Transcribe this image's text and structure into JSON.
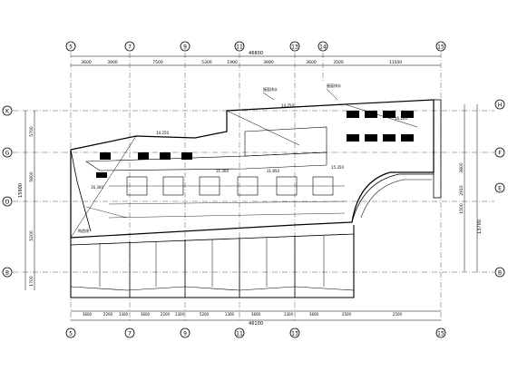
{
  "axes_top": [
    "5",
    "7",
    "9",
    "11",
    "13",
    "14",
    "15"
  ],
  "axes_bottom": [
    "5",
    "7",
    "9",
    "11",
    "13",
    "15"
  ],
  "axes_left": [
    "K",
    "G",
    "D",
    "B"
  ],
  "axes_right": [
    "H",
    "F",
    "E",
    "B"
  ],
  "top_overall_dim": "46800",
  "top_dims": [
    "3600",
    "3900",
    "7500",
    "5300",
    "1900",
    "3600",
    "3600",
    "3500",
    "11500"
  ],
  "bottom_overall_dim": "46100",
  "bottom_dims": [
    "3600",
    "2200",
    "1300",
    "3600",
    "2200",
    "1300",
    "5200",
    "1300",
    "3600",
    "1300",
    "3600",
    "3500",
    "2500"
  ],
  "left_overall_dim": "15900",
  "left_dims": [
    "5700",
    "5800",
    "5200",
    "1700"
  ],
  "right_overall_dim": "13700",
  "right_dims": [
    "3800",
    "2910",
    "1500"
  ],
  "elevations": [
    "14.250",
    "14.250",
    "11.300",
    "16.300",
    "11.850",
    "15.350",
    "16.200"
  ],
  "notes": [
    "屋面排水",
    "屋面排水",
    "构造线"
  ]
}
